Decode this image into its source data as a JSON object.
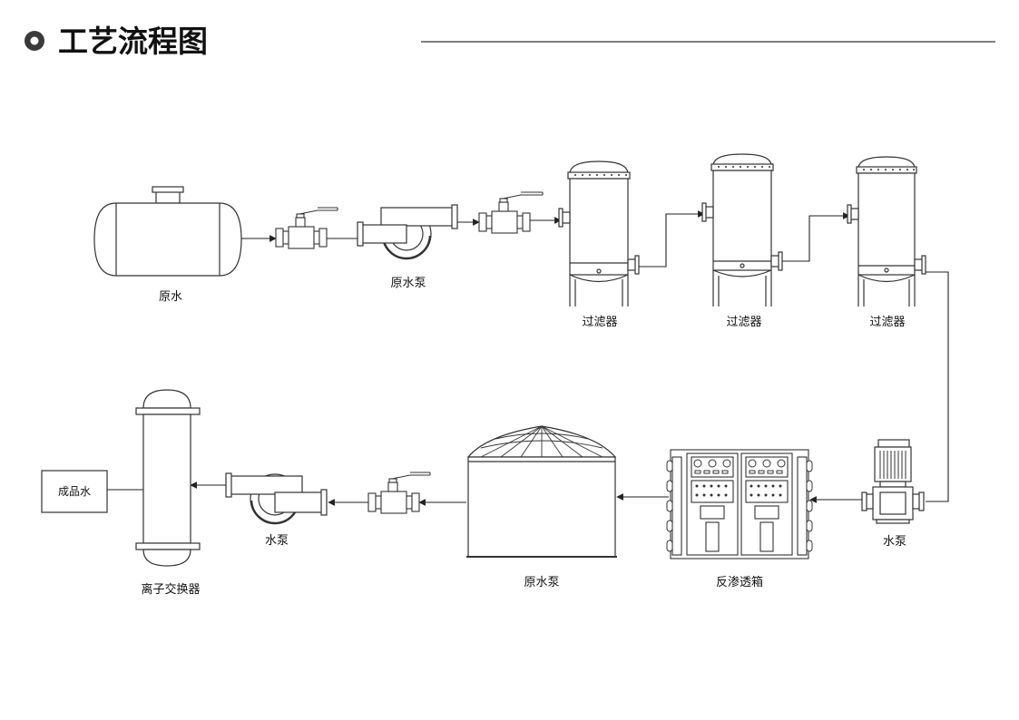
{
  "header": {
    "title": "工艺流程图"
  },
  "labels": {
    "raw_water_tank": "原水",
    "raw_water_pump": "原水泵",
    "filter_1": "过滤器",
    "filter_2": "过滤器",
    "filter_3": "过滤器",
    "water_pump_right": "水泵",
    "ro_unit": "反渗透箱",
    "storage_tank": "原水泵",
    "water_pump_left": "水泵",
    "ion_exchanger": "离子交换器",
    "product_water": "成品水"
  }
}
